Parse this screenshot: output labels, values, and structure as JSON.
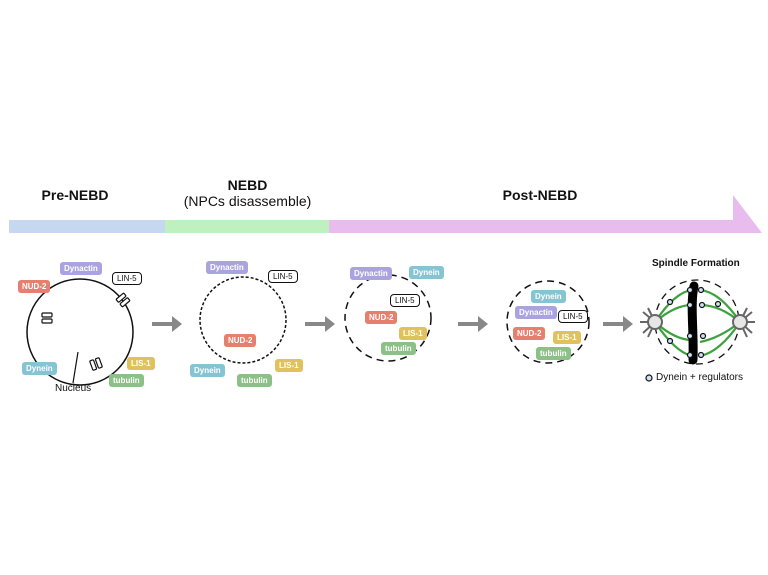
{
  "timeline": {
    "phases": [
      {
        "title": "Pre-NEBD",
        "subtitle": ""
      },
      {
        "title": "NEBD",
        "subtitle": "(NPCs disassemble)"
      },
      {
        "title": "Post-NEBD",
        "subtitle": ""
      }
    ],
    "colors": {
      "pre": "#c5d8f0",
      "nebd": "#bff0bf",
      "post": "#e8bdee"
    }
  },
  "proteins": {
    "dynactin": "Dynactin",
    "nud2": "NUD-2",
    "lin5": "LIN-5",
    "dynein": "Dynein",
    "lis1": "LIS-1",
    "tubulin": "tubulin"
  },
  "stage1": {
    "nucleus_label": "Nucleus"
  },
  "stage5": {
    "title": "Spindle Formation",
    "legend": "Dynein + regulators"
  }
}
